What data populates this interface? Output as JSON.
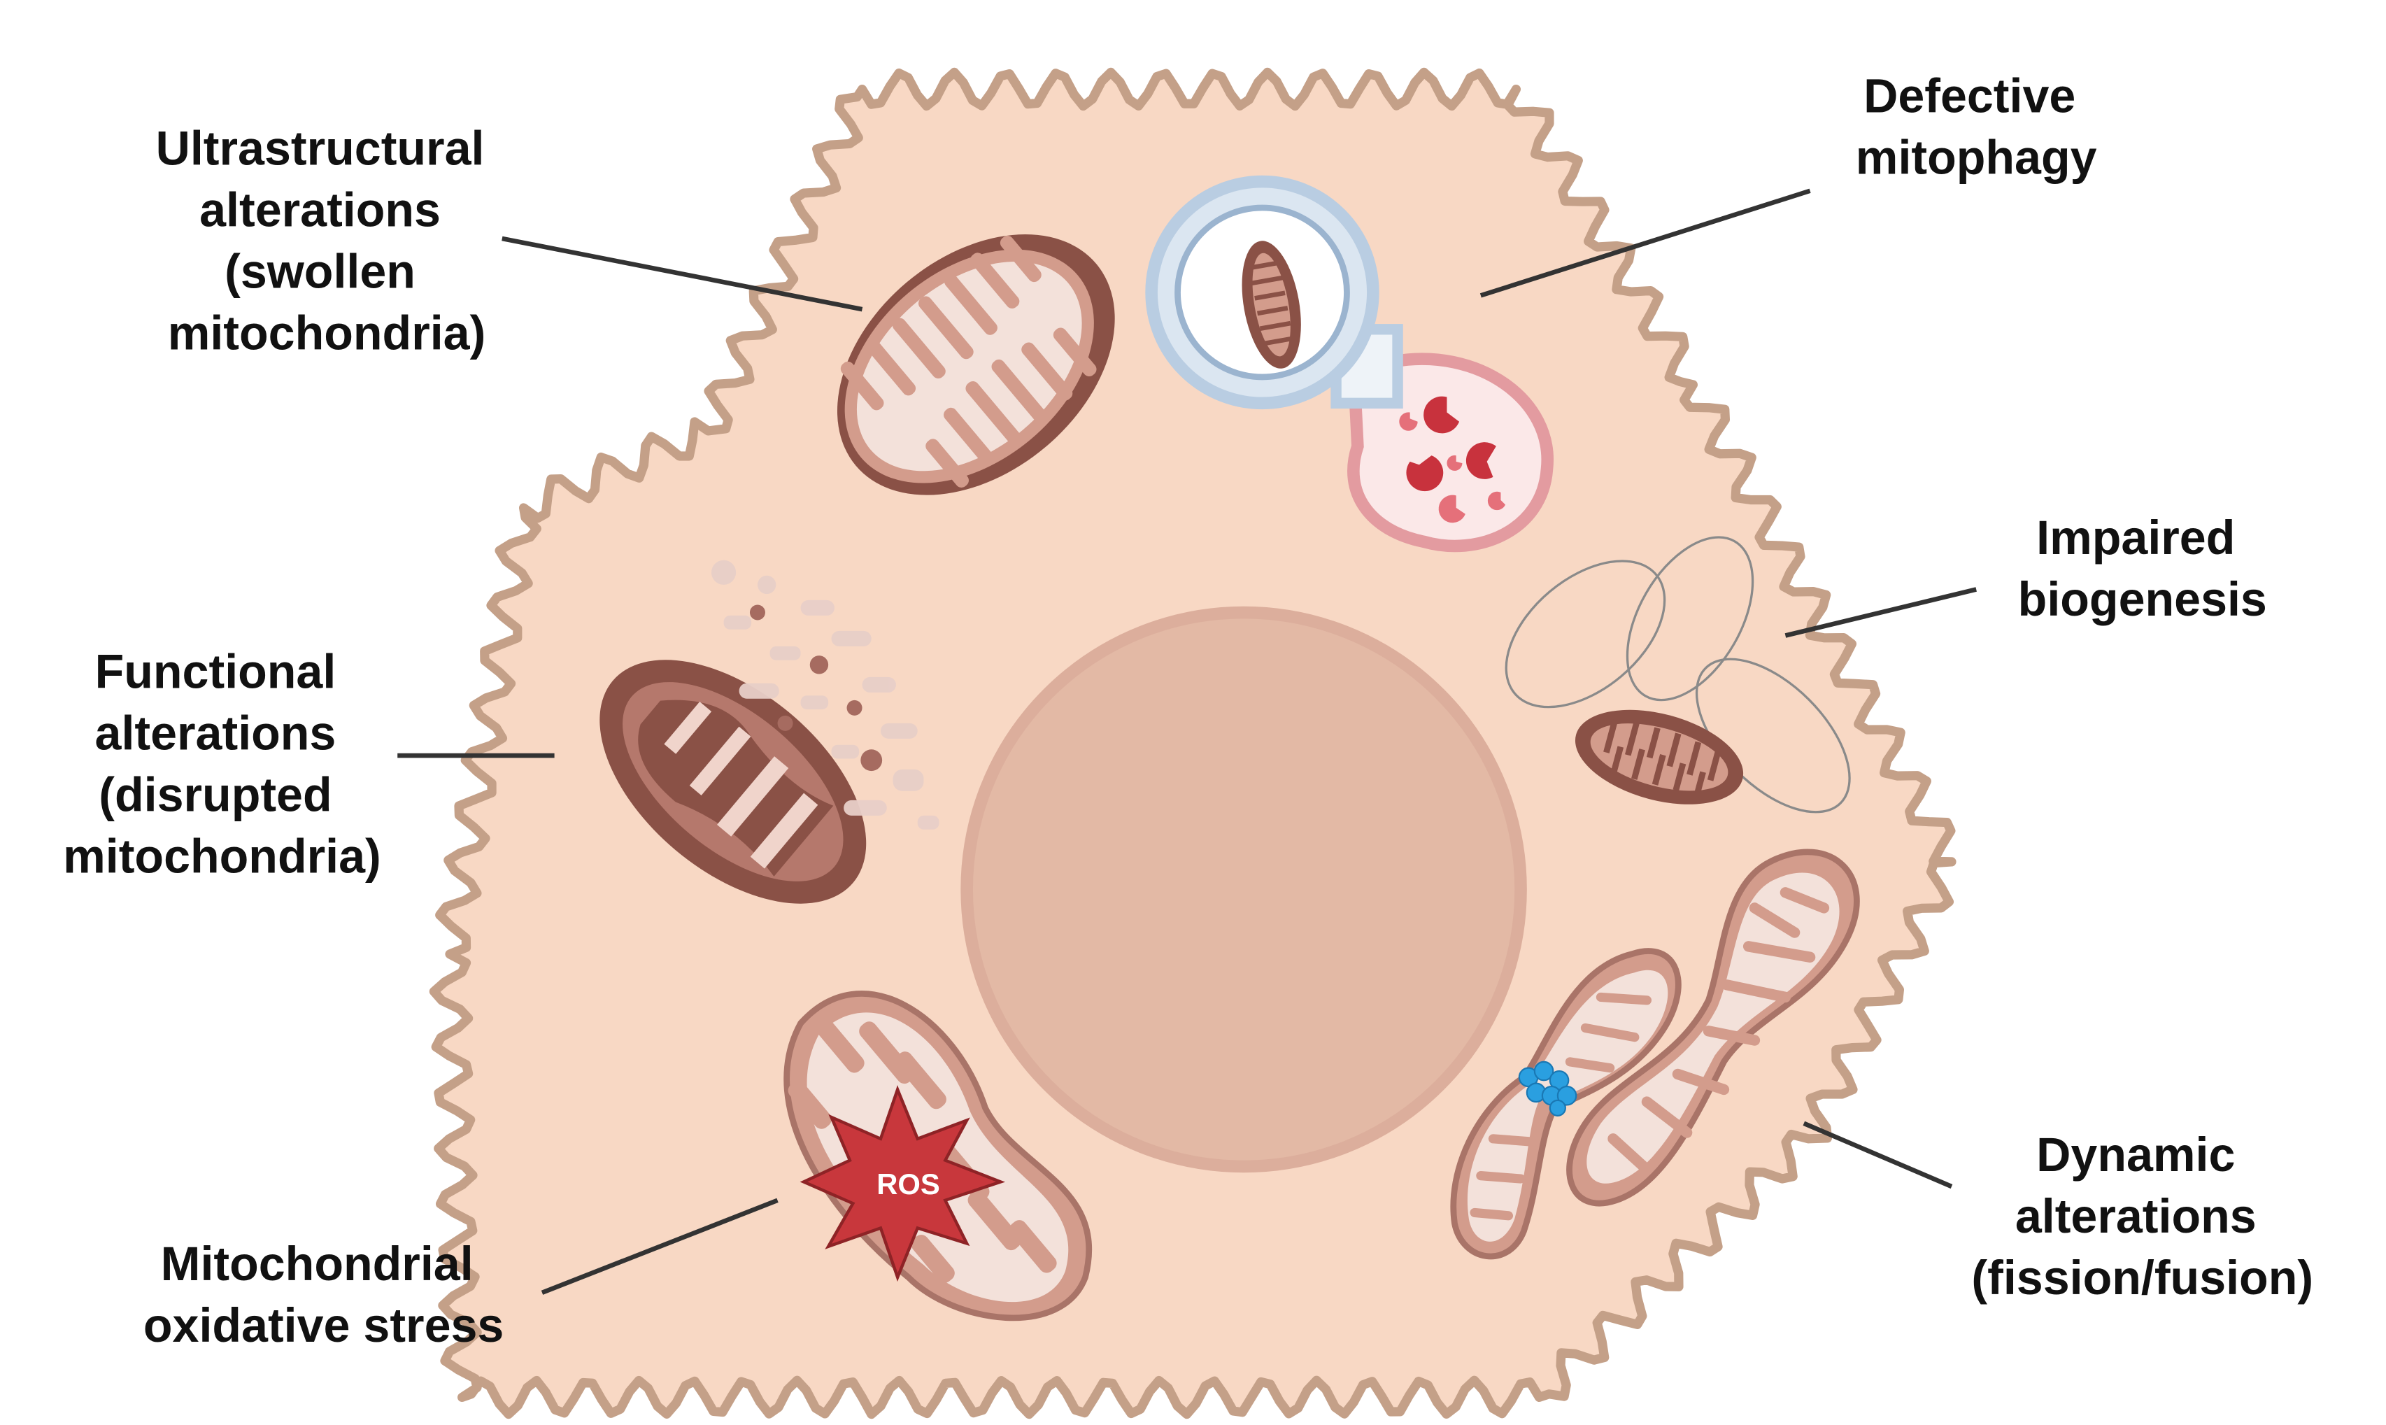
{
  "labels": {
    "ultrastructural": [
      "Ultrastructural",
      "alterations",
      "(swollen",
      "mitochondria)"
    ],
    "mitophagy": [
      "Defective",
      "mitophagy"
    ],
    "functional": [
      "Functional",
      "alterations",
      "(disrupted",
      "mitochondria)"
    ],
    "biogenesis": [
      "Impaired",
      "biogenesis"
    ],
    "oxidative": [
      "Mitochondrial",
      "oxidative stress"
    ],
    "dynamic": [
      "Dynamic",
      "alterations",
      "(fission/fusion)"
    ]
  },
  "ros_label": "ROS",
  "colors": {
    "cytoplasm": "#f8d8c4",
    "membrane": "#c4a088",
    "nucleus": "#e3b9a5",
    "mito_outer_dark": "#8a5146",
    "mito_outer_light": "#d39c8c",
    "mito_inner": "#f3e1da",
    "autophagosome": "#b9cde2",
    "lysosome": "#e39ba0",
    "enzyme": "#c8323d",
    "ros": "#c8373c",
    "drp1_beads": "#2a9fe0",
    "leader": "#333333"
  }
}
